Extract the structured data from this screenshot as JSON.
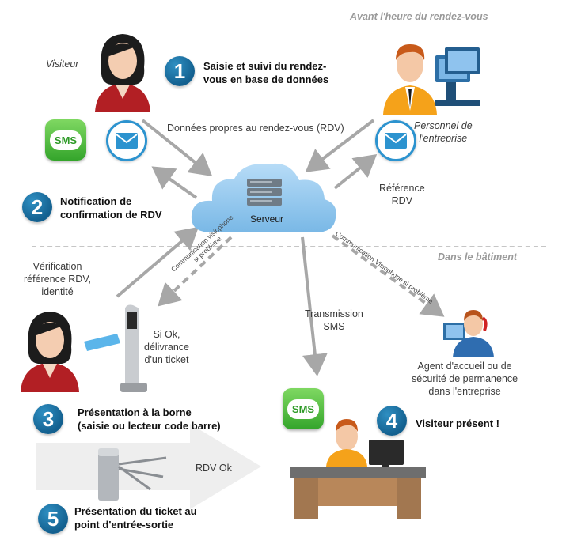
{
  "sections": {
    "before": "Avant l'heure du rendez-vous",
    "building": "Dans le bâtiment"
  },
  "labels": {
    "visitor": "Visiteur",
    "staff_line1": "Personnel de",
    "staff_line2": "l'entreprise",
    "rdv_data": "Données propres au rendez-vous (RDV)",
    "reference_line1": "Référence",
    "reference_line2": "RDV",
    "server": "Serveur",
    "verify_line1": "Vérification",
    "verify_line2": "référence RDV,",
    "verify_line3": "identité",
    "ticket_line1": "Si Ok,",
    "ticket_line2": "délivrance",
    "ticket_line3": "d'un ticket",
    "visiophone_left_line1": "Communication visiophone",
    "visiophone_left_line2": "si problème",
    "visiophone_right": "Communication Visiophone si problème",
    "sms_line1": "Transmission",
    "sms_line2": "SMS",
    "agent_line1": "Agent d'accueil ou de",
    "agent_line2": "sécurité de permanence",
    "agent_line3": "dans l'entreprise",
    "rdv_ok": "RDV Ok",
    "sms_icon": "SMS"
  },
  "steps": [
    {
      "num": "1",
      "line1": "Saisie et suivi du rendez-",
      "line2": "vous en base de données"
    },
    {
      "num": "2",
      "line1": "Notification de",
      "line2": "confirmation  de RDV"
    },
    {
      "num": "3",
      "line1": "Présentation à la borne",
      "line2": "(saisie ou lecteur code barre)"
    },
    {
      "num": "4",
      "line1": "Visiteur présent !",
      "line2": ""
    },
    {
      "num": "5",
      "line1": "Présentation du ticket au",
      "line2": "point d'entrée-sortie"
    }
  ],
  "colors": {
    "step_blue": "#1b6f9e",
    "arrow_grey": "#a7a7a7",
    "cloud_blue": "#8dc5ee",
    "sms_green": "#45b735",
    "mail_blue": "#2c93cf"
  },
  "icons": [
    "woman-visitor-icon",
    "man-staff-computer-icon",
    "sms-icon",
    "mail-icon",
    "server-cloud-icon",
    "ticket-kiosk-icon",
    "agent-phone-icon",
    "turnstile-icon",
    "reception-desk-icon"
  ]
}
